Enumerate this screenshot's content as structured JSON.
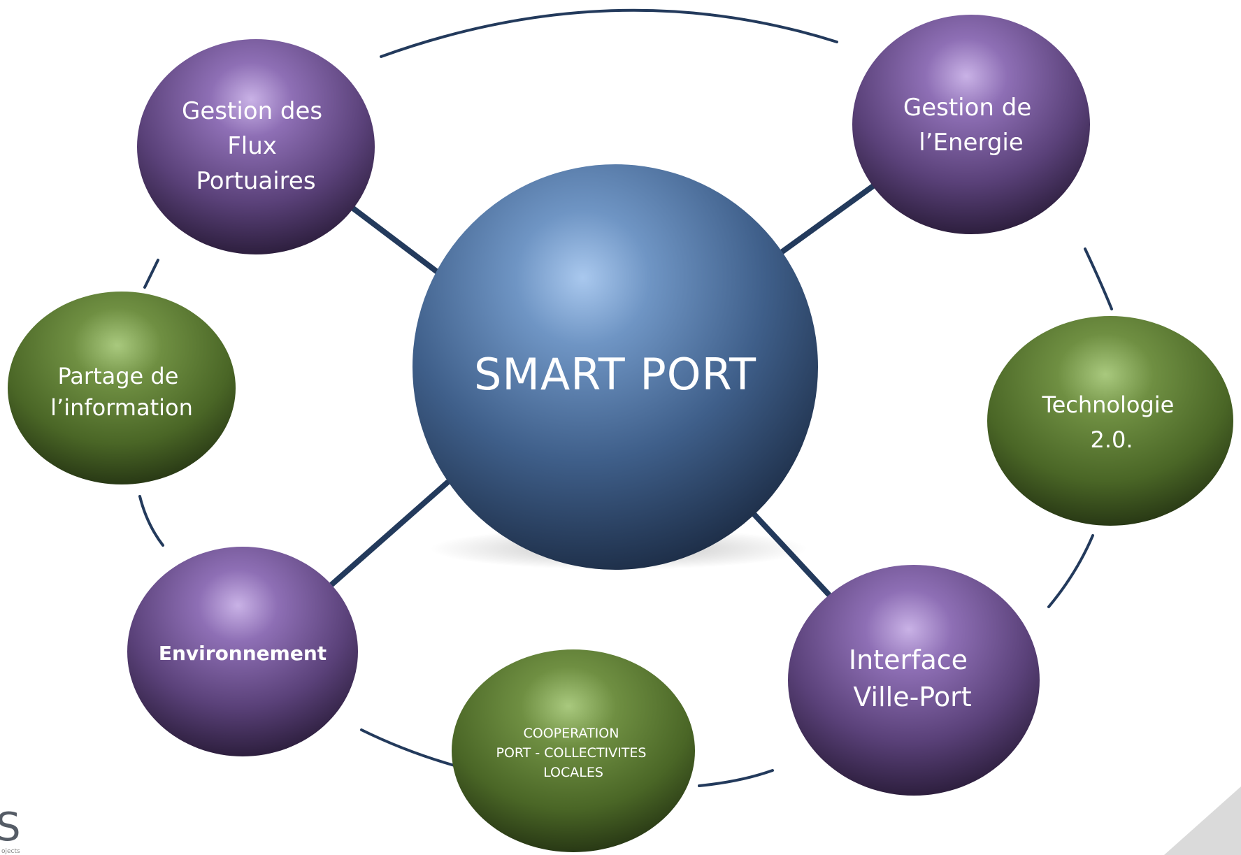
{
  "diagram": {
    "center": {
      "label": "SMART PORT"
    },
    "nodes": {
      "flux": {
        "lines": [
          "Gestion des",
          "Flux",
          "Portuaires"
        ]
      },
      "energie": {
        "lines": [
          "Gestion de",
          "l’Energie"
        ]
      },
      "partage": {
        "lines": [
          "Partage de",
          "l’information"
        ]
      },
      "technologie": {
        "lines": [
          "Technologie",
          "2.0."
        ]
      },
      "environnement": {
        "lines": [
          "Environnement"
        ]
      },
      "interface": {
        "lines": [
          "Interface",
          "Ville-Port"
        ]
      },
      "cooperation": {
        "lines": [
          "COOPERATION",
          "PORT - COLLECTIVITES",
          "LOCALES"
        ]
      }
    },
    "colors": {
      "center": "#3f5f8a",
      "purple": "#5e4680",
      "green": "#4f6e2b",
      "connector": "#233a5c"
    }
  },
  "logo": {
    "mark": "S",
    "caption": "ojects"
  }
}
